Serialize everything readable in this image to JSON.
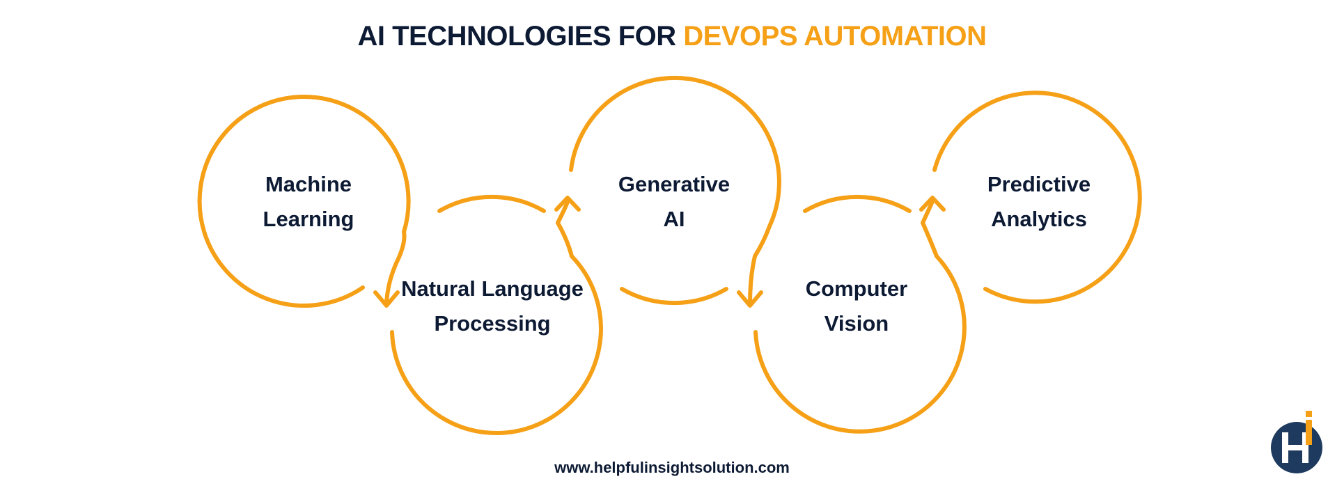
{
  "title": {
    "prefix": "AI TECHNOLOGIES FOR ",
    "highlight": "DEVOPS AUTOMATION"
  },
  "colors": {
    "accent": "#f5a016",
    "text": "#0d1a33"
  },
  "nodes": [
    {
      "line1": "Machine",
      "line2": "Learning"
    },
    {
      "line1": "Natural Language",
      "line2": "Processing"
    },
    {
      "line1": "Generative",
      "line2": "AI"
    },
    {
      "line1": "Computer",
      "line2": "Vision"
    },
    {
      "line1": "Predictive",
      "line2": "Analytics"
    }
  ],
  "footer": {
    "website": "www.helpfulinsightsolution.com"
  },
  "logo": {
    "icon": "hi-monogram-logo"
  }
}
